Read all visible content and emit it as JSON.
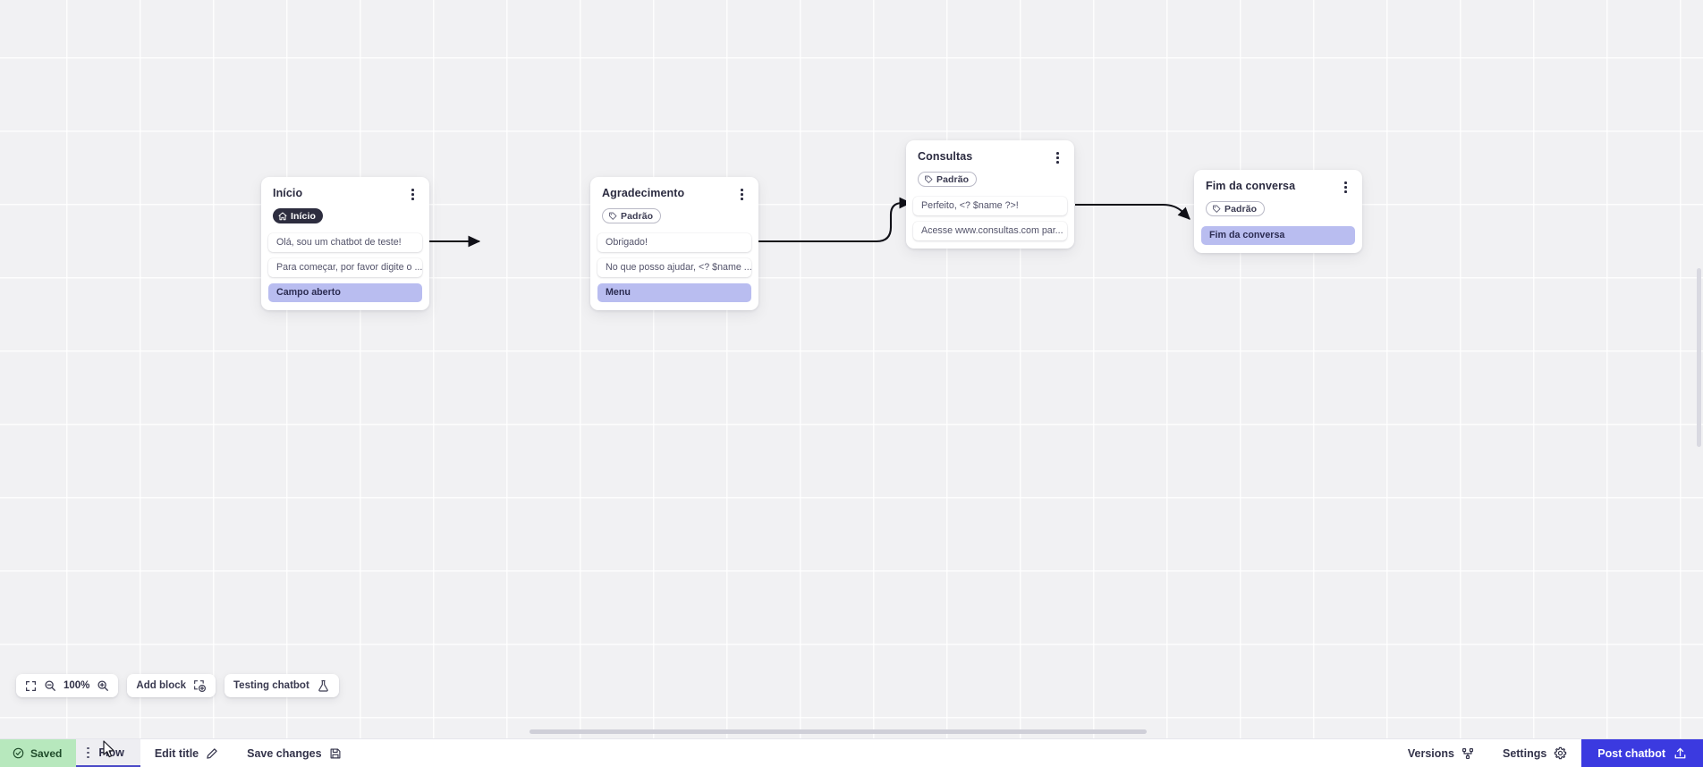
{
  "canvas": {
    "zoom_level": "100%",
    "nodes": [
      {
        "id": "inicio",
        "title": "Início",
        "badge": {
          "label": "Início",
          "icon": "home-icon",
          "style": "dark"
        },
        "rows": [
          {
            "text": "Olá, sou um chatbot de teste!",
            "type": "message"
          },
          {
            "text": "Para começar, por favor digite o ...",
            "type": "message"
          },
          {
            "text": "Campo aberto",
            "type": "action"
          }
        ]
      },
      {
        "id": "agradecimento",
        "title": "Agradecimento",
        "badge": {
          "label": "Padrão",
          "icon": "tag-icon",
          "style": "outline"
        },
        "rows": [
          {
            "text": "Obrigado!",
            "type": "message"
          },
          {
            "text": "No que posso ajudar, <? $name ...",
            "type": "message"
          },
          {
            "text": "Menu",
            "type": "action"
          }
        ]
      },
      {
        "id": "consultas",
        "title": "Consultas",
        "badge": {
          "label": "Padrão",
          "icon": "tag-icon",
          "style": "outline"
        },
        "rows": [
          {
            "text": "Perfeito, <? $name ?>!",
            "type": "message"
          },
          {
            "text": "Acesse www.consultas.com par...",
            "type": "message"
          }
        ]
      },
      {
        "id": "fim-da-conversa",
        "title": "Fim da conversa",
        "badge": {
          "label": "Padrão",
          "icon": "tag-icon",
          "style": "outline"
        },
        "rows": [
          {
            "text": "Fim da conversa",
            "type": "action"
          }
        ]
      }
    ]
  },
  "toolbar": {
    "fit_icon": "fit-screen-icon",
    "zoom_out_icon": "zoom-out-icon",
    "zoom_in_icon": "zoom-in-icon",
    "zoom_label": "100%",
    "add_block_label": "Add block",
    "add_block_icon": "add-block-icon",
    "testing_label": "Testing chatbot",
    "testing_icon": "flask-icon"
  },
  "statusbar": {
    "saved_label": "Saved",
    "saved_icon": "check-circle-icon",
    "flow_tab_label": "Flow",
    "edit_title_label": "Edit title",
    "edit_title_icon": "pencil-icon",
    "save_changes_label": "Save changes",
    "save_changes_icon": "floppy-disk-icon",
    "versions_label": "Versions",
    "versions_icon": "branch-icon",
    "settings_label": "Settings",
    "settings_icon": "gear-icon",
    "post_label": "Post chatbot",
    "post_icon": "upload-icon"
  },
  "colors": {
    "accent": "#3b3ae0",
    "action_row": "#b9bdf0",
    "saved_chip": "#b7e8bd",
    "badge_dark": "#2d2d3f"
  }
}
